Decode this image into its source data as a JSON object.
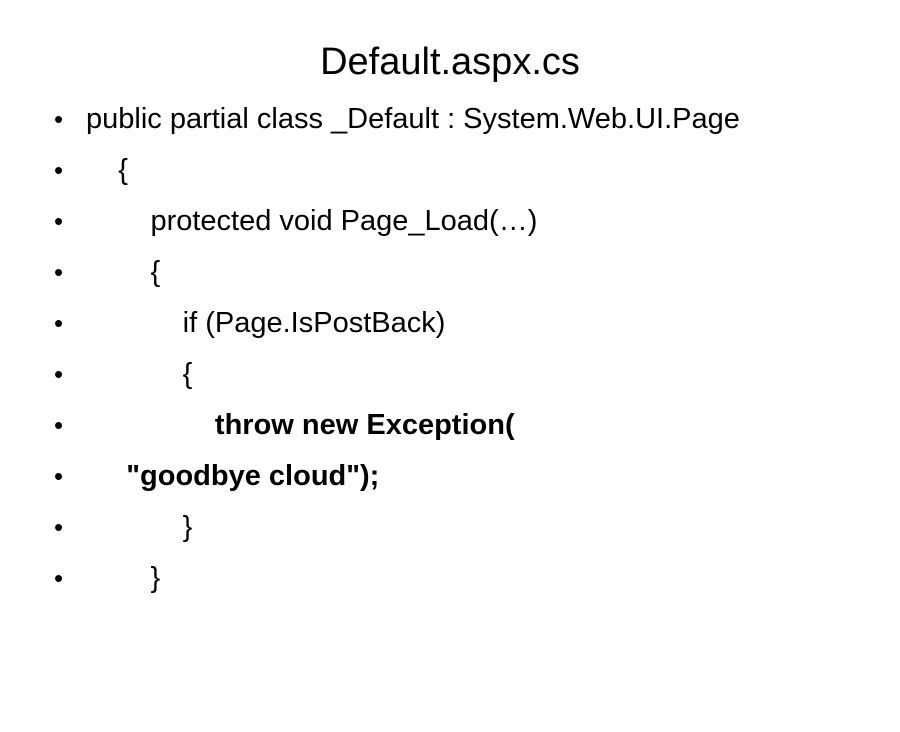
{
  "slide": {
    "title": "Default.aspx.cs",
    "bullet_glyph": "•",
    "lines": [
      {
        "text": "public partial class _Default : System.Web.UI.Page",
        "bold": false
      },
      {
        "text": "    {",
        "bold": false
      },
      {
        "text": "        protected void Page_Load(…)",
        "bold": false
      },
      {
        "text": "        {",
        "bold": false
      },
      {
        "text": "            if (Page.IsPostBack)",
        "bold": false
      },
      {
        "text": "            {",
        "bold": false
      },
      {
        "text": "                throw new Exception(",
        "bold": true
      },
      {
        "text": "     \"goodbye cloud\");",
        "bold": true
      },
      {
        "text": "            }",
        "bold": false
      },
      {
        "text": "        }",
        "bold": false
      }
    ]
  }
}
